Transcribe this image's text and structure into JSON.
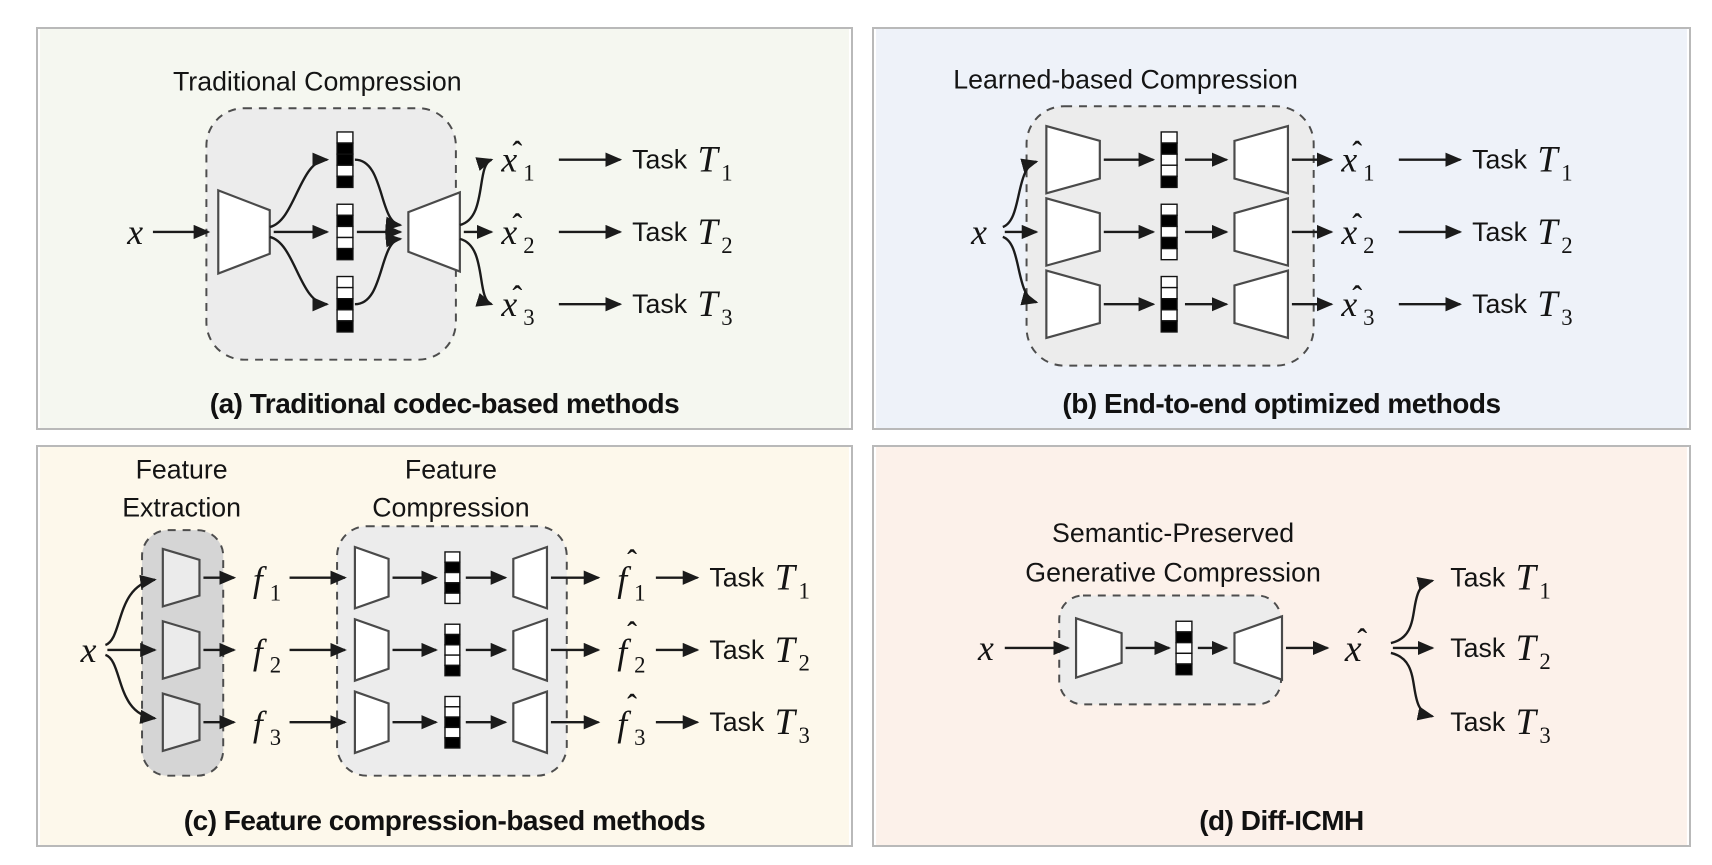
{
  "colors": {
    "panel_a_bg": "#f5f7f0",
    "panel_b_bg": "#eef2f9",
    "panel_c_bg": "#fdf8eb",
    "panel_d_bg": "#fcf1ea",
    "codec_box_fill": "#ececec",
    "extraction_box_fill": "#d5d5d5"
  },
  "panel_a": {
    "title": "Traditional Compression",
    "caption": "(a) Traditional codec-based methods",
    "input": "x",
    "outputs": [
      {
        "base": "x",
        "hat": "ˆ",
        "sub": "1"
      },
      {
        "base": "x",
        "hat": "ˆ",
        "sub": "2"
      },
      {
        "base": "x",
        "hat": "ˆ",
        "sub": "3"
      }
    ],
    "tasks": [
      {
        "word": "Task",
        "symbol": "T",
        "sub": "1"
      },
      {
        "word": "Task",
        "symbol": "T",
        "sub": "2"
      },
      {
        "word": "Task",
        "symbol": "T",
        "sub": "3"
      }
    ]
  },
  "panel_b": {
    "title": "Learned-based Compression",
    "caption": "(b) End-to-end optimized methods",
    "input": "x",
    "outputs": [
      {
        "base": "x",
        "hat": "ˆ",
        "sub": "1"
      },
      {
        "base": "x",
        "hat": "ˆ",
        "sub": "2"
      },
      {
        "base": "x",
        "hat": "ˆ",
        "sub": "3"
      }
    ],
    "tasks": [
      {
        "word": "Task",
        "symbol": "T",
        "sub": "1"
      },
      {
        "word": "Task",
        "symbol": "T",
        "sub": "2"
      },
      {
        "word": "Task",
        "symbol": "T",
        "sub": "3"
      }
    ]
  },
  "panel_c": {
    "extraction_title": [
      "Feature",
      "Extraction"
    ],
    "compression_title": [
      "Feature",
      "Compression"
    ],
    "caption": "(c) Feature compression-based methods",
    "input": "x",
    "features": [
      {
        "base": "f",
        "sub": "1"
      },
      {
        "base": "f",
        "sub": "2"
      },
      {
        "base": "f",
        "sub": "3"
      }
    ],
    "outputs": [
      {
        "base": "f",
        "hat": "ˆ",
        "sub": "1"
      },
      {
        "base": "f",
        "hat": "ˆ",
        "sub": "2"
      },
      {
        "base": "f",
        "hat": "ˆ",
        "sub": "3"
      }
    ],
    "tasks": [
      {
        "word": "Task",
        "symbol": "T",
        "sub": "1"
      },
      {
        "word": "Task",
        "symbol": "T",
        "sub": "2"
      },
      {
        "word": "Task",
        "symbol": "T",
        "sub": "3"
      }
    ]
  },
  "panel_d": {
    "title_lines": [
      "Semantic-Preserved",
      "Generative Compression"
    ],
    "caption": "(d) Diff-ICMH",
    "input": "x",
    "output": {
      "base": "x",
      "hat": "ˆ"
    },
    "tasks": [
      {
        "word": "Task",
        "symbol": "T",
        "sub": "1"
      },
      {
        "word": "Task",
        "symbol": "T",
        "sub": "2"
      },
      {
        "word": "Task",
        "symbol": "T",
        "sub": "3"
      }
    ]
  }
}
